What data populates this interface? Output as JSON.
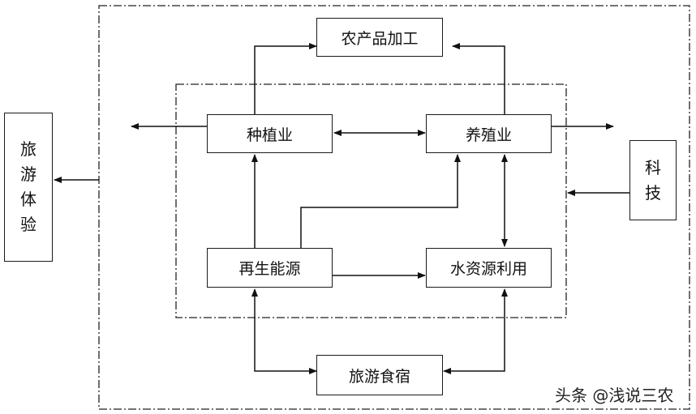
{
  "nodes": {
    "processing": "农产品加工",
    "planting": "种植业",
    "breeding": "养殖业",
    "renewable": "再生能源",
    "water": "水资源利用",
    "lodging": "旅游食宿",
    "tourism": [
      "旅",
      "游",
      "体",
      "验"
    ],
    "tech": [
      "科",
      "技"
    ]
  },
  "watermark": "头条 @浅说三农"
}
